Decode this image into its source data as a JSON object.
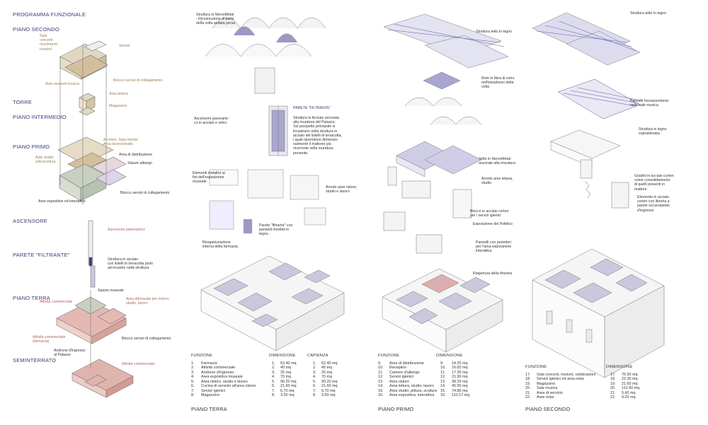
{
  "left": {
    "heading": "PROGRAMMA FUNZIONALE",
    "sections": {
      "piano_secondo": "PIANO SECONDO",
      "torre": "TORRE",
      "piano_intermedio": "PIANO INTERMEDIO",
      "piano_primo": "PIANO PRIMO",
      "ascensore": "ASCENSORE",
      "parete": "PARETE \"FILTRANTE\"",
      "piano_terra": "PIANO TERRA",
      "seminterrato": "SEMINTERRATO"
    },
    "labels": {
      "sala_concerti": "Sala\nconcerti\nricevimenti\nriunioni",
      "servizi": "Servizi",
      "blocco_ps": "Blocco servizi di collegamento",
      "aule_musica": "Aule studenti musica",
      "area_lettura": "Area lettura",
      "magazzino": "Magazzino",
      "archivio": "Archivio, Sala riesote\nArea lavoro/studio",
      "area_distribuzione": "Area di distribuzione",
      "aule_arte": "Aule studio\narte/scultura",
      "stanze_albergo": "Stanze albergo",
      "blocco_pp": "Blocco servizi di collegamento",
      "aree_espositive": "Aree espositive ed interattive",
      "ascensore_pan": "Ascensore panoramico",
      "struttura_acciaio": "Struttura in acciaio\ncon listelli in terracotta posti\nad incastro nella struttura",
      "spazio_museale": "Spazio museale",
      "attivita_comm": "Attività commerciale",
      "area_attrezzata": "Area attrezzata per ristoro,\nstudio, lavoro",
      "attivita_farmacia": "Attività commerciale\n(farmacia)",
      "blocco_pt": "Blocco servizi di collegamento",
      "androne": "Androne d'ingresso\nal Palazzo",
      "attivita_sem": "Attività commerciale"
    }
  },
  "terra": {
    "labels": {
      "nervometal": "Struttura in NervoMetal\n- Ricostruzione di parte\ndella volta andata persa",
      "ascensore": "Ascensore panorami-\nco in acciaio e vetro.",
      "parete_filtrante": "PARETE \"FILTRANTE\"",
      "struttura_acciaio": "Struttura in Acciaio ancorata\nalla muratura del Palazzo.\nSul prospetto principale si\nincastrano nella struttura in\nacciaio dei listelli di terracotta,\ni quali riprendono dimensio-\nnalmente il mattone più\nricorrente nella muratura\npresente.",
      "elementi": "Elementi metallici ai\nfini dell'esposizione\nmuseale",
      "arredo": "Arredo aree ristoro,\nstudio e lavoro",
      "parete_mobili": "Parete \"filtrante\" con\npannelli movibili in\nlegno.",
      "riorganizzazione": "Riorganizzazione\ninterna della farmacia."
    },
    "table": {
      "col_funzione": "FUNZIONE",
      "col_dimensione": "DIMENSIONE",
      "col_capienza": "CAPIENZA",
      "rows": [
        {
          "n": "1.",
          "f": "Farmacia",
          "dn": "1.",
          "d": "62.40 mq",
          "cn": "1.",
          "c": "62.40 mq"
        },
        {
          "n": "2.",
          "f": "Attività commerciale",
          "dn": "2.",
          "d": "40 mq",
          "cn": "2.",
          "c": "40 mq"
        },
        {
          "n": "3.",
          "f": "Androne d'ingresso",
          "dn": "3.",
          "d": "25 mq",
          "cn": "3.",
          "c": "25 mq"
        },
        {
          "n": "4.",
          "f": "Area espositiva museale",
          "dn": "4.",
          "d": "70 mq",
          "cn": "4.",
          "c": "70 mq"
        },
        {
          "n": "5.",
          "f": "Area ristoro, studio e lavoro",
          "dn": "5.",
          "d": "90.20 mq",
          "cn": "5.",
          "c": "90.20 mq"
        },
        {
          "n": "6.",
          "f": "Cucina di servizio all'area ristoro",
          "dn": "6.",
          "d": "21.60 mq",
          "cn": "6.",
          "c": "21.60 mq"
        },
        {
          "n": "7.",
          "f": "Servizi igienici",
          "dn": "7.",
          "d": "6.70 mq",
          "cn": "7.",
          "c": "6.70 mq"
        },
        {
          "n": "8.",
          "f": "Magazzino",
          "dn": "8.",
          "d": "3.50 mq",
          "cn": "8.",
          "c": "3.50 mq"
        }
      ],
      "title": "PIANO TERRA"
    }
  },
  "primo": {
    "labels": {
      "tetto": "Struttura tetto in legno",
      "rete": "Rete in fibra di vetro\nnell'intradosso della\nvolta",
      "volte": "Volte in NervoMetal\nancorate alla muratura",
      "arredo": "Arredo aree lettura,\nstudio",
      "blocco": "Blocco in acciaio corten\nper i servizi igienici",
      "polittico": "Esposizione del Polittico",
      "pannelli": "Pannelli con proiettori\nper l'area esposizione\ninterattiva",
      "riapertura": "Riapertura della finestra"
    },
    "table": {
      "col_funzione": "FUNZIONE",
      "col_dimensione": "DIMENSIONE",
      "rows": [
        {
          "n": "9.",
          "f": "Area di distribuzione",
          "dn": "9.",
          "d": "14.20 mq"
        },
        {
          "n": "10.",
          "f": "Reception",
          "dn": "10.",
          "d": "16.82 mq"
        },
        {
          "n": "11.",
          "f": "Camere d'albergo",
          "dn": "11.",
          "d": "17.30 mq"
        },
        {
          "n": "12.",
          "f": "Servizi igienici",
          "dn": "12.",
          "d": "21.90 mq"
        },
        {
          "n": "13.",
          "f": "Area ristoro",
          "dn": "13.",
          "d": "38.26 mq"
        },
        {
          "n": "14.",
          "f": "Area lettura, studio, lavoro",
          "dn": "14.",
          "d": "45.50 mq"
        },
        {
          "n": "15.",
          "f": "Area studio, pittura, scultura",
          "dn": "15.",
          "d": "74.86 mq"
        },
        {
          "n": "16.",
          "f": "Area espositiva, interattiva",
          "dn": "16.",
          "d": "110.17 mq"
        }
      ],
      "title": "PIANO PRIMO"
    }
  },
  "secondo": {
    "labels": {
      "tetto": "Struttura tetto in legno",
      "pannelli": "Pannelli fonoassorbenti\nnelle sale musica",
      "struttura": "Struttura in legno\nsopraelevata",
      "gradini": "Gradini in acciaio corten\ncome consolidamento\ndi quelli presenti in\nmattoni",
      "elemento": "Elemento in acciaio\ncorten con libreria a\nparete sul prospetto\nd'ingresso"
    },
    "table": {
      "col_funzione": "FUNZIONE",
      "col_dimensione": "DIMENSIONE",
      "rows": [
        {
          "n": "17.",
          "f": "Sala concerti, riunioni, celebrazioni",
          "dn": "17.",
          "d": "75.90 mq"
        },
        {
          "n": "18.",
          "f": "Servizi igienici ed area relax",
          "dn": "18.",
          "d": "22.30 mq"
        },
        {
          "n": "19.",
          "f": "Magazzino",
          "dn": "19.",
          "d": "21.60 mq"
        },
        {
          "n": "20.",
          "f": "Sale musica",
          "dn": "20.",
          "d": "112.60 mq"
        },
        {
          "n": "21.",
          "f": "Area di servizio",
          "dn": "21.",
          "d": "5.42 mq"
        },
        {
          "n": "22.",
          "f": "Aree relax",
          "dn": "22.",
          "d": "9.20 mq"
        }
      ],
      "title": "PIANO SECONDO"
    }
  },
  "colors": {
    "violet": "#3b3a78",
    "tan": "#c9b48f",
    "pink": "#d9a9a3",
    "green": "#b8c2b2",
    "lilac": "#cfcbe4"
  }
}
